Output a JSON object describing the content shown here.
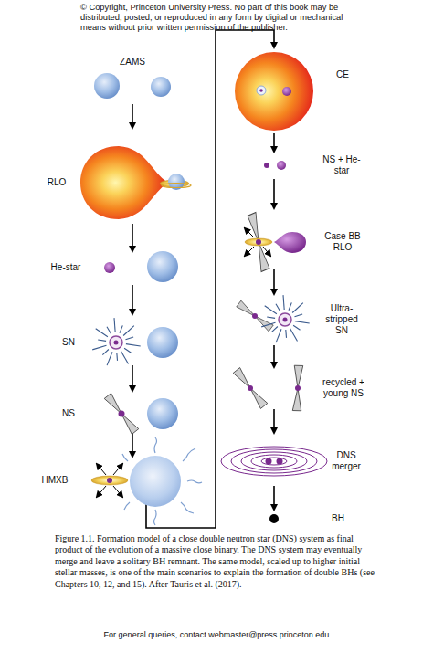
{
  "diagram": {
    "caption": "Figure 1.1. Formation model of a close double neutron star (DNS) system as final product of the evolution of a massive close binary. The DNS system may eventually merge and leave a solitary BH remnant. The same model, scaled up to higher initial stellar masses, is one of the main scenarios to explain the formation of double BHs (see Chapters 10, 12, and 15). After Tauris et al. (2017).",
    "labels": [
      "© Copyright, Princeton University Press. No part of this book may be distributed, posted, or reproduced in any form by digital or mechanical means without prior written permission of the publisher.",
      "ZAMS",
      "RLO",
      "He-star",
      "SN",
      "NS",
      "HMXB",
      "CE",
      "NS + He-star",
      "Case BB RLO",
      "Ultra-stripped SN",
      "recycled + young NS",
      "DNS merger",
      "BH",
      "For general queries, contact webmaster@press.princeton.edu"
    ]
  }
}
